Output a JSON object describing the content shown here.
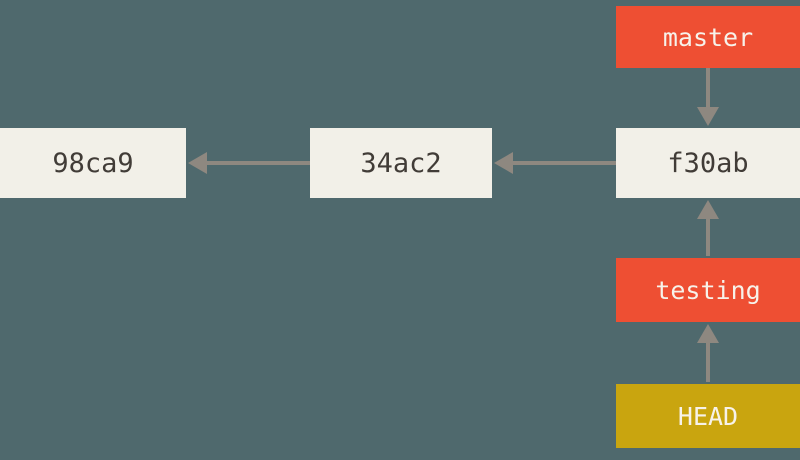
{
  "diagram": {
    "type": "git-commit-graph",
    "background_color": "#4f696d",
    "commit_box_color": "#f2f0e8",
    "branch_box_color": "#ee4f33",
    "head_box_color": "#c9a50f",
    "arrow_color": "#8e8880"
  },
  "commits": [
    {
      "id": "98ca9"
    },
    {
      "id": "34ac2"
    },
    {
      "id": "f30ab"
    }
  ],
  "refs": {
    "master": "master",
    "testing": "testing",
    "head": "HEAD"
  },
  "edges": [
    {
      "from": "34ac2",
      "to": "98ca9",
      "direction": "left"
    },
    {
      "from": "f30ab",
      "to": "34ac2",
      "direction": "left"
    },
    {
      "from": "master",
      "to": "f30ab",
      "direction": "down"
    },
    {
      "from": "testing",
      "to": "f30ab",
      "direction": "up"
    },
    {
      "from": "HEAD",
      "to": "testing",
      "direction": "up"
    }
  ]
}
